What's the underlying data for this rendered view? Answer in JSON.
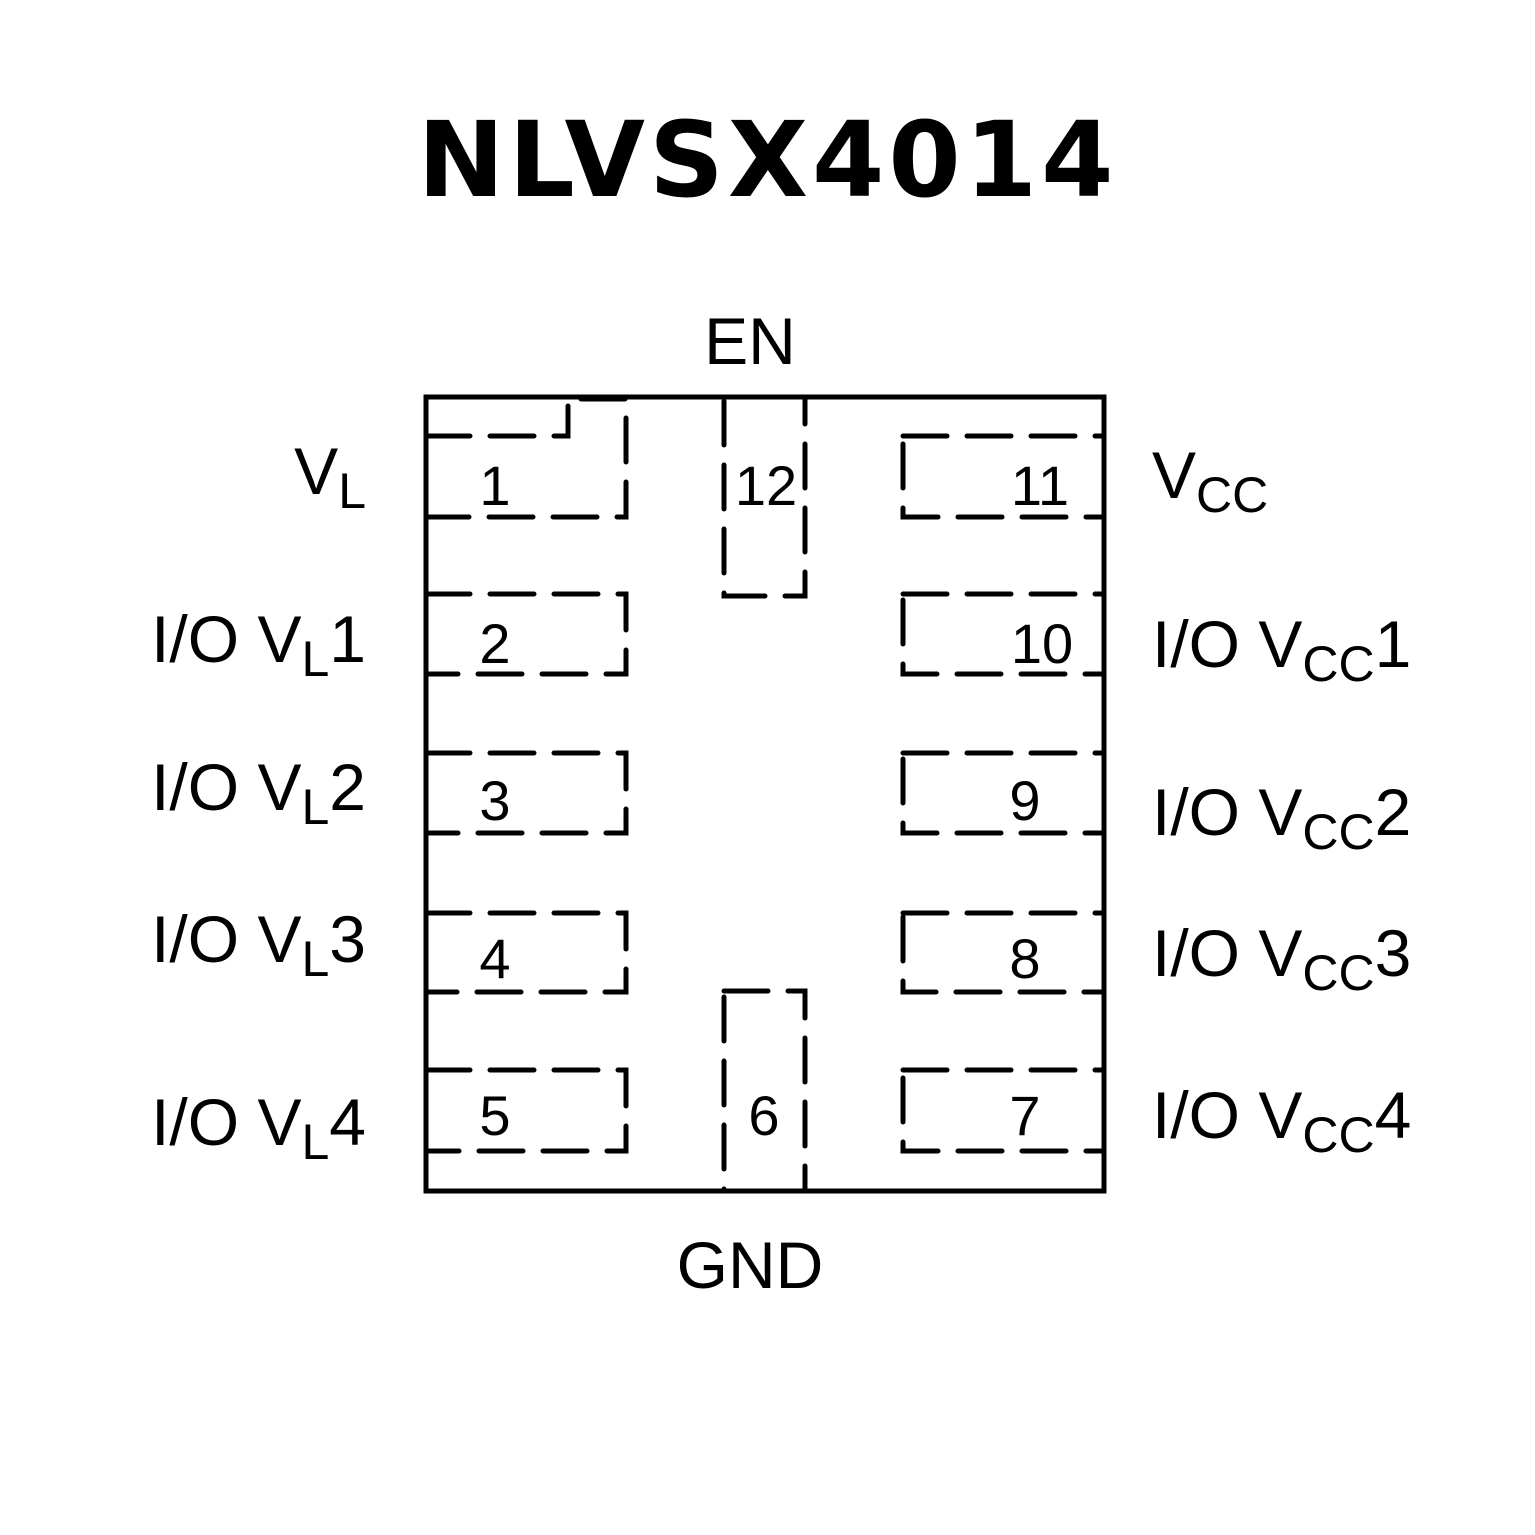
{
  "title": "NLVSX4014",
  "colors": {
    "line": "#000000",
    "background": "#ffffff"
  },
  "top_label": "EN",
  "bottom_label": "GND",
  "pins": [
    {
      "number": "1",
      "side": "left",
      "label": {
        "main": "V",
        "sub": "L",
        "suffix": ""
      }
    },
    {
      "number": "2",
      "side": "left",
      "label": {
        "main": "I/O V",
        "sub": "L",
        "suffix": "1"
      }
    },
    {
      "number": "3",
      "side": "left",
      "label": {
        "main": "I/O V",
        "sub": "L",
        "suffix": "2"
      }
    },
    {
      "number": "4",
      "side": "left",
      "label": {
        "main": "I/O V",
        "sub": "L",
        "suffix": "3"
      }
    },
    {
      "number": "5",
      "side": "left",
      "label": {
        "main": "I/O V",
        "sub": "L",
        "suffix": "4"
      }
    },
    {
      "number": "6",
      "side": "bottom",
      "label": {
        "main": "GND",
        "sub": "",
        "suffix": ""
      }
    },
    {
      "number": "7",
      "side": "right",
      "label": {
        "main": "I/O V",
        "sub": "CC",
        "suffix": "4"
      }
    },
    {
      "number": "8",
      "side": "right",
      "label": {
        "main": "I/O V",
        "sub": "CC",
        "suffix": "3"
      }
    },
    {
      "number": "9",
      "side": "right",
      "label": {
        "main": "I/O V",
        "sub": "CC",
        "suffix": "2"
      }
    },
    {
      "number": "10",
      "side": "right",
      "label": {
        "main": "I/O V",
        "sub": "CC",
        "suffix": "1"
      }
    },
    {
      "number": "11",
      "side": "right",
      "label": {
        "main": "V",
        "sub": "CC",
        "suffix": ""
      }
    },
    {
      "number": "12",
      "side": "top",
      "label": {
        "main": "EN",
        "sub": "",
        "suffix": ""
      }
    }
  ]
}
